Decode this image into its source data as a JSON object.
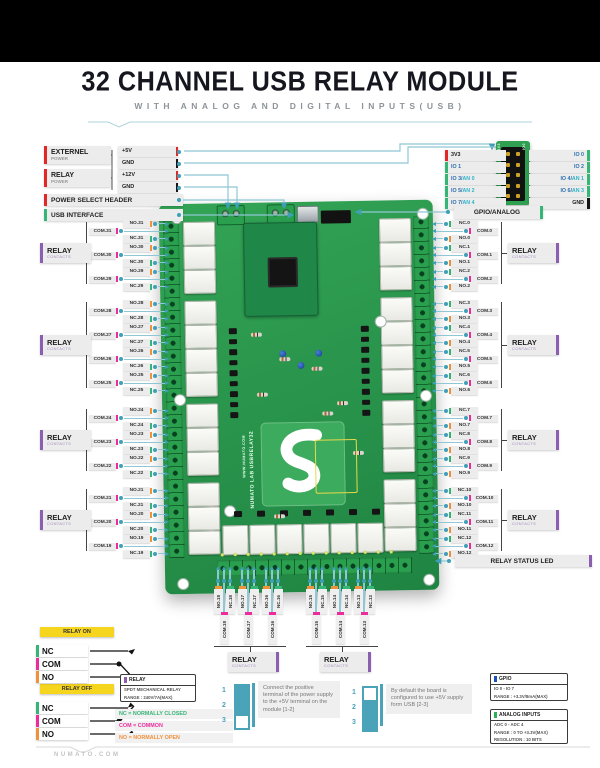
{
  "header": {
    "title": "32 CHANNEL USB RELAY MODULE",
    "subtitle": "WITH ANALOG AND DIGITAL INPUTS(USB)"
  },
  "colors": {
    "no_orange": "#f0923c",
    "com_magenta": "#ec2c9c",
    "nc_green": "#35b576",
    "power_red": "#e32726",
    "gnd_black": "#161616",
    "relay_purple": "#8a5fb0",
    "usb_green": "#35b576",
    "teal": "#3f9fb7",
    "gpio_blue": "#1b4fbb",
    "analog_green": "#2fae58",
    "yellow": "#f6d51f"
  },
  "power": {
    "external": {
      "label": "EXTERNEL",
      "sub": "POWER"
    },
    "relay": {
      "label": "RELAY",
      "sub": "POWER"
    },
    "pins": [
      {
        "label": "+5V",
        "color": "#e32726"
      },
      {
        "label": "GND",
        "color": "#161616"
      },
      {
        "label": "+12V",
        "color": "#e32726"
      },
      {
        "label": "GND",
        "color": "#161616"
      }
    ],
    "power_select": "POWER SELECT HEADER",
    "usb_interface": "USB INTERFACE"
  },
  "gpio_header": {
    "silk": [
      "3V3",
      "IO0"
    ],
    "left_pins": [
      {
        "parts": [
          {
            "text": "3V3",
            "color": "plain"
          }
        ],
        "bar": "#e32726"
      },
      {
        "parts": [
          {
            "text": "IO 1",
            "color": "io"
          }
        ],
        "bar": "#35b576"
      },
      {
        "parts": [
          {
            "text": "IO 3/",
            "color": "io"
          },
          {
            "text": "AN 0",
            "color": "an"
          }
        ],
        "bar": "#35b576"
      },
      {
        "parts": [
          {
            "text": "IO 5/",
            "color": "io"
          },
          {
            "text": "AN 2",
            "color": "an"
          }
        ],
        "bar": "#35b576"
      },
      {
        "parts": [
          {
            "text": "IO 7/",
            "color": "io"
          },
          {
            "text": "AN 4",
            "color": "an"
          }
        ],
        "bar": "#35b576"
      }
    ],
    "right_pins": [
      {
        "parts": [
          {
            "text": "IO 0",
            "color": "io"
          }
        ],
        "bar": "#35b576"
      },
      {
        "parts": [
          {
            "text": "IO 2",
            "color": "io"
          }
        ],
        "bar": "#35b576"
      },
      {
        "parts": [
          {
            "text": "IO 4/",
            "color": "io"
          },
          {
            "text": "AN 1",
            "color": "an"
          }
        ],
        "bar": "#35b576"
      },
      {
        "parts": [
          {
            "text": "IO 6/",
            "color": "io"
          },
          {
            "text": "AN 3",
            "color": "an"
          }
        ],
        "bar": "#35b576"
      },
      {
        "parts": [
          {
            "text": "GND",
            "color": "plain"
          }
        ],
        "bar": "#161616"
      }
    ],
    "caption": "GPIO/ANALOG"
  },
  "channels": {
    "prefixes": {
      "no": "NO.",
      "com": "COM.",
      "nc": "NC."
    },
    "left_groups": [
      [
        31,
        30,
        29
      ],
      [
        28,
        27,
        26,
        25
      ],
      [
        24,
        23,
        22
      ],
      [
        21,
        20,
        19
      ]
    ],
    "right_groups": [
      [
        0,
        1,
        2
      ],
      [
        3,
        4,
        5,
        6
      ],
      [
        7,
        8,
        9
      ],
      [
        10,
        11,
        12
      ]
    ],
    "bottom_groups": [
      [
        18,
        17,
        16
      ],
      [
        15,
        14,
        13
      ]
    ]
  },
  "relay_contacts": {
    "title": "RELAY",
    "sub": "CONTACTS"
  },
  "relay_status_led": "RELAY STATUS LED",
  "legend": {
    "on_banner": "RELAY ON",
    "off_banner": "RELAY OFF",
    "switch_rows": [
      {
        "label": "NC",
        "color": "#35b576"
      },
      {
        "label": "COM",
        "color": "#ec2c9c"
      },
      {
        "label": "NO",
        "color": "#f0923c"
      }
    ],
    "defs": [
      {
        "text": "NC   = NORMALLY CLOSED",
        "color": "#35b576"
      },
      {
        "text": "COM = COMMON",
        "color": "#ec2c9c"
      },
      {
        "text": "NO   = NORMALLY OPEN",
        "color": "#f0923c"
      }
    ]
  },
  "relay_info": {
    "title": "RELAY",
    "line1": "SPDT MECHANICAL RELAY",
    "line2": "RANGE : 240V/7A(MAX)"
  },
  "notes": [
    {
      "numbers": [
        "1",
        "2",
        "3"
      ],
      "filled": [
        true,
        true,
        false
      ],
      "text": "Connect the positive terminal of the power supply to the +5V terminal on the module [1-2]"
    },
    {
      "numbers": [
        "1",
        "2",
        "3"
      ],
      "filled": [
        false,
        true,
        true
      ],
      "text": "By default the board is configured to use +5V supply form USB [2-3]"
    }
  ],
  "gpio_info": {
    "title": "GPIO",
    "lines": [
      "IO 0 - IO 7",
      "RANGE : +3.3V/8mA(MAX)"
    ]
  },
  "analog_info": {
    "title": "ANALOG INPUTS",
    "lines": [
      "ADC 0 - ADC 4",
      "RANGE : 0  TO +3.3V(MAX)",
      "RESOLUTION : 10 BITS"
    ]
  },
  "board_silk": {
    "line1": "NUMATO LAB",
    "line2": "USBRELAY32",
    "url": "WWW.NUMATO.COM"
  },
  "footer": {
    "site": "NUMATO.COM"
  }
}
